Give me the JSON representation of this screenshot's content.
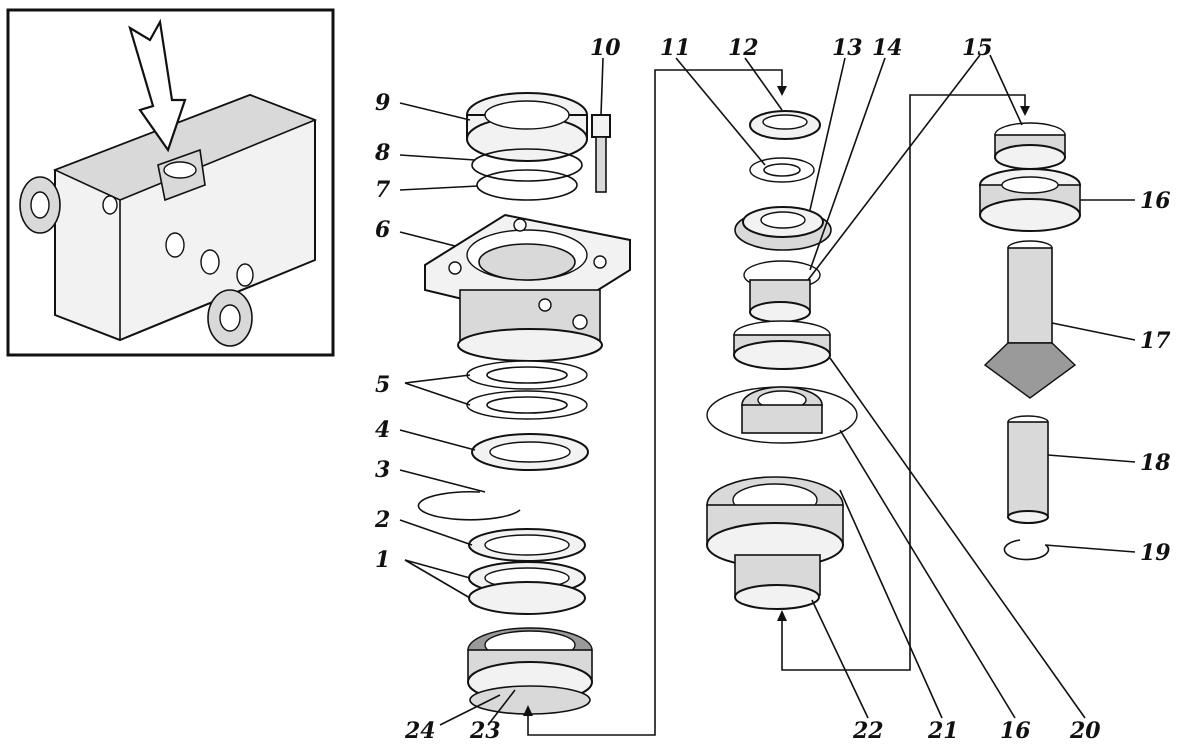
{
  "callouts": {
    "c1": "1",
    "c2": "2",
    "c3": "3",
    "c4": "4",
    "c5": "5",
    "c6": "6",
    "c7": "7",
    "c8": "8",
    "c9": "9",
    "c10": "10",
    "c11": "11",
    "c12": "12",
    "c13": "13",
    "c14": "14",
    "c15": "15",
    "c16_top": "16",
    "c17": "17",
    "c18": "18",
    "c19": "19",
    "c20": "20",
    "c21": "21",
    "c22": "22",
    "c23": "23",
    "c24": "24",
    "c16_bottom": "16"
  },
  "colors": {
    "ink": "#111111",
    "paper": "#ffffff",
    "shade": "#d9d9d9"
  }
}
